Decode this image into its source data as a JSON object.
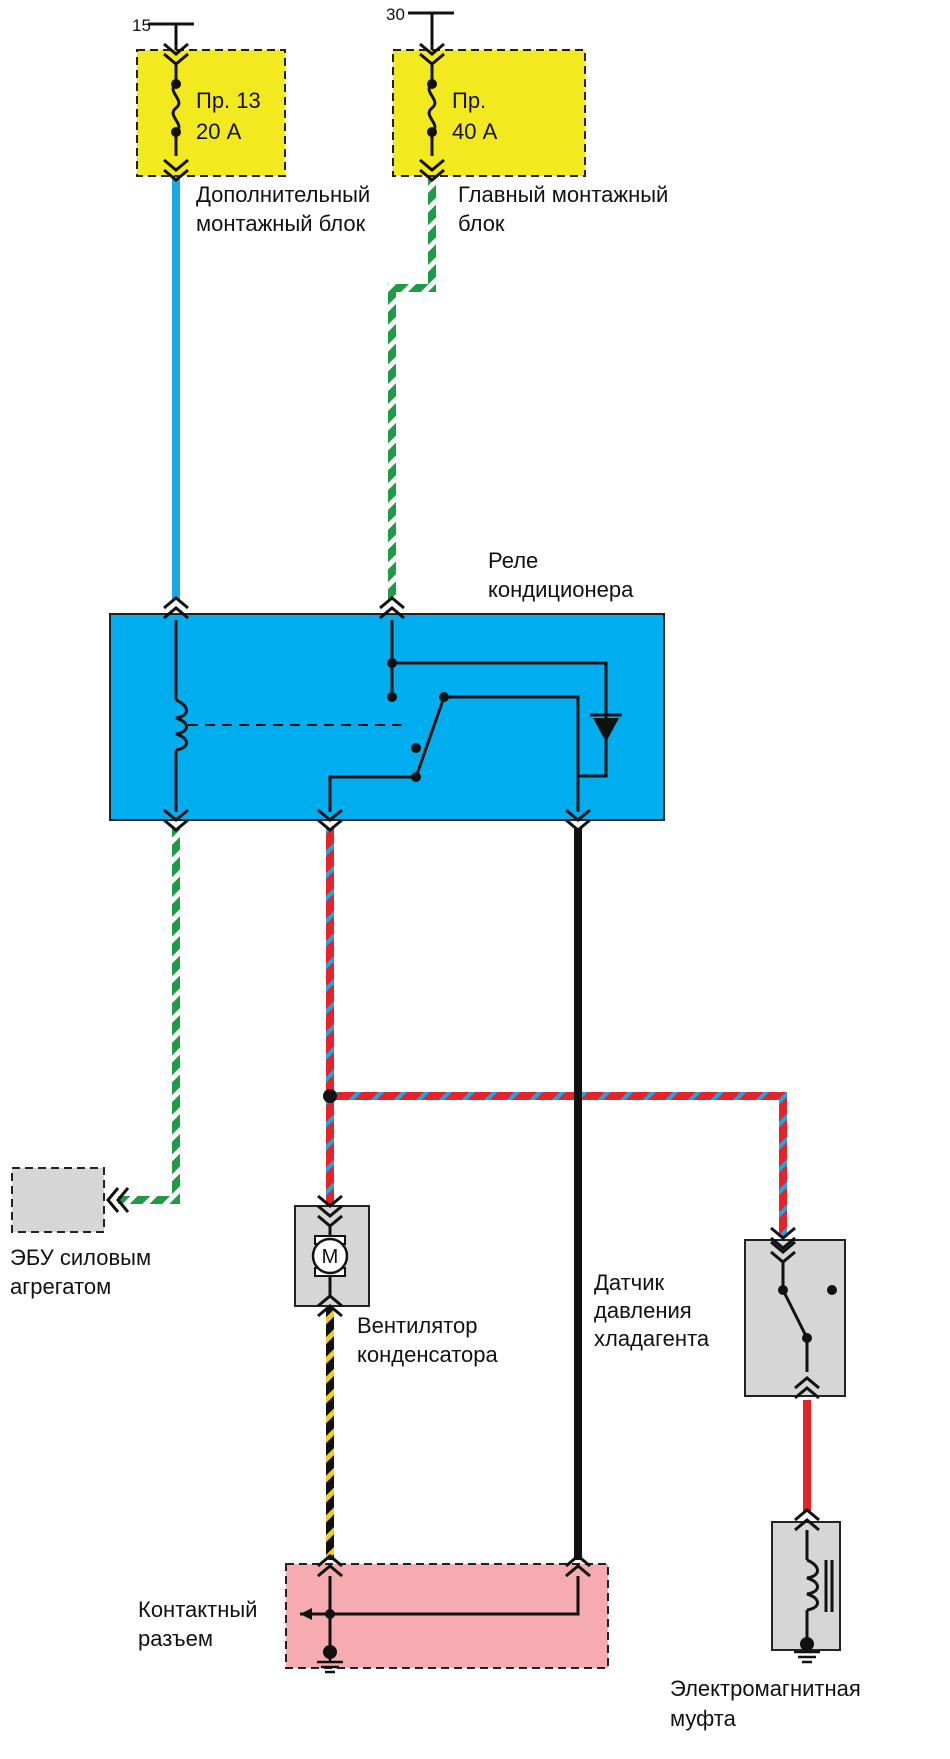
{
  "terminals": {
    "t15": "15",
    "t30": "30"
  },
  "fuse13": {
    "name": "Пр. 13",
    "rating": "20 А"
  },
  "fuse_main": {
    "name": "Пр.",
    "rating": "40 А"
  },
  "labels": {
    "aux_block_line1": "Дополнительный",
    "aux_block_line2": "монтажный блок",
    "main_block_line1": "Главный монтажный",
    "main_block_line2": "блок",
    "relay_line1": "Реле",
    "relay_line2": "кондиционера",
    "ecu_line1": "ЭБУ силовым",
    "ecu_line2": "агрегатом",
    "fan_line1": "Вентилятор",
    "fan_line2": "конденсатора",
    "motor_symbol": "M",
    "sensor_line1": "Датчик",
    "sensor_line2": "давления",
    "sensor_line3": "хладагента",
    "connector_line1": "Контактный",
    "connector_line2": "разъем",
    "clutch_line1": "Электромагнитная",
    "clutch_line2": "муфта"
  },
  "colors": {
    "fuse_box": "#f2ea1f",
    "relay_box": "#00aeef",
    "connector_box": "#f5abb0",
    "component_box": "#d6d6d6",
    "wire_blue": "#1aa7e6",
    "wire_green": "#1e9c45",
    "wire_red": "#e4232a",
    "wire_black": "#111111",
    "wire_yellow": "#f5cd1c"
  }
}
